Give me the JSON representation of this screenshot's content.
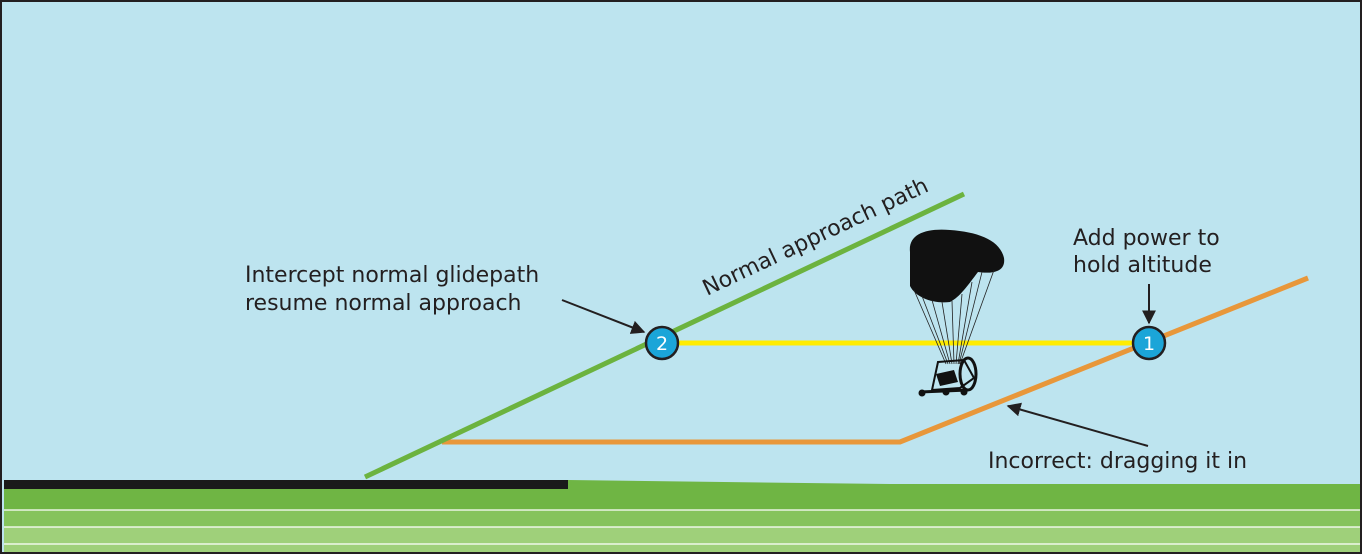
{
  "diagram": {
    "labels": {
      "normal_path": "Normal approach path",
      "intercept_line1": "Intercept normal glidepath",
      "intercept_line2": "resume normal approach",
      "add_power_line1": "Add power to",
      "add_power_line2": "hold altitude",
      "incorrect": "Incorrect: dragging it in"
    },
    "markers": {
      "one": "1",
      "two": "2"
    },
    "colors": {
      "sky": "#bde4ef",
      "normal_path": "#6cb33f",
      "level_segment": "#ffec00",
      "incorrect_path": "#e8973a",
      "marker_fill": "#1ba5d8",
      "runway": "#1a1a1a",
      "grass_dark": "#6fb544",
      "grass_light": "#9fd07a",
      "text": "#231f20"
    },
    "icons": [
      "powered-parachute-icon",
      "arrow-icon"
    ]
  }
}
